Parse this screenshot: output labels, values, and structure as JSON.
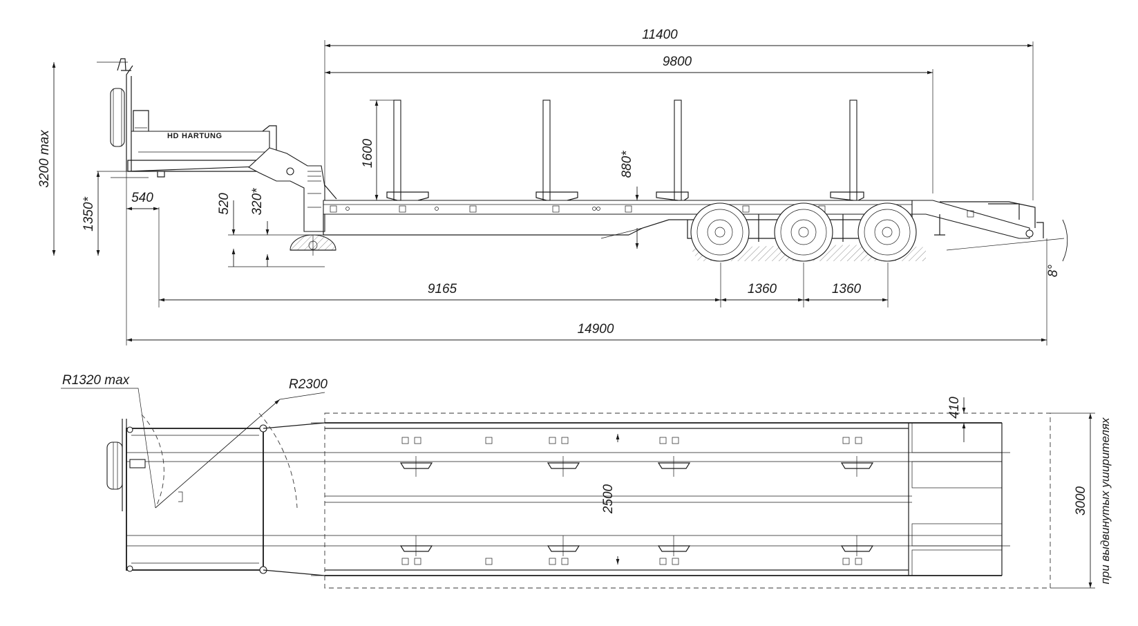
{
  "brand": {
    "logo": "HD",
    "name": "HARTUNG"
  },
  "side_view": {
    "dimensions": {
      "overall_length": "14900",
      "deck_length": "11400",
      "platform_length": "9800",
      "kingpin_to_axle": "9165",
      "axle_spacing_1": "1360",
      "axle_spacing_2": "1360",
      "overall_height": "3200 max",
      "coupling_height": "1350*",
      "front_overhang": "540",
      "gooseneck_depth": "520",
      "deck_height_front": "320*",
      "stanchion_height": "1600",
      "deck_height_rear": "880*",
      "ramp_angle": "8°"
    }
  },
  "plan_view": {
    "dimensions": {
      "swing_radius_front": "R1320 max",
      "swing_radius_rear": "R2300",
      "width": "2500",
      "extended_width": "3000",
      "extended_width_note": "при выдвинутых уширителях",
      "extension": "410"
    }
  }
}
